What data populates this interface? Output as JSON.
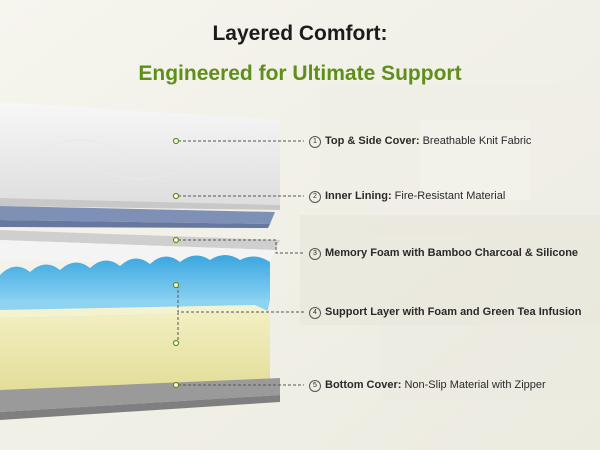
{
  "heading": {
    "line1": "Layered Comfort:",
    "line2": "Engineered for Ultimate Support"
  },
  "colors": {
    "accent": "#5f8f1a",
    "leader": "#555555"
  },
  "layers": [
    {
      "num": "1",
      "bold": "Top & Side Cover:",
      "text": "Breathable Knit Fabric"
    },
    {
      "num": "2",
      "bold": "Inner Lining:",
      "text": "Fire-Resistant Material"
    },
    {
      "num": "3",
      "bold": "Memory Foam with Bamboo Charcoal & Silicone",
      "text": ""
    },
    {
      "num": "4",
      "bold": "Support Layer with Foam and Green Tea Infusion",
      "text": ""
    },
    {
      "num": "5",
      "bold": "Bottom Cover:",
      "text": "Non-Slip Material with Zipper"
    }
  ]
}
